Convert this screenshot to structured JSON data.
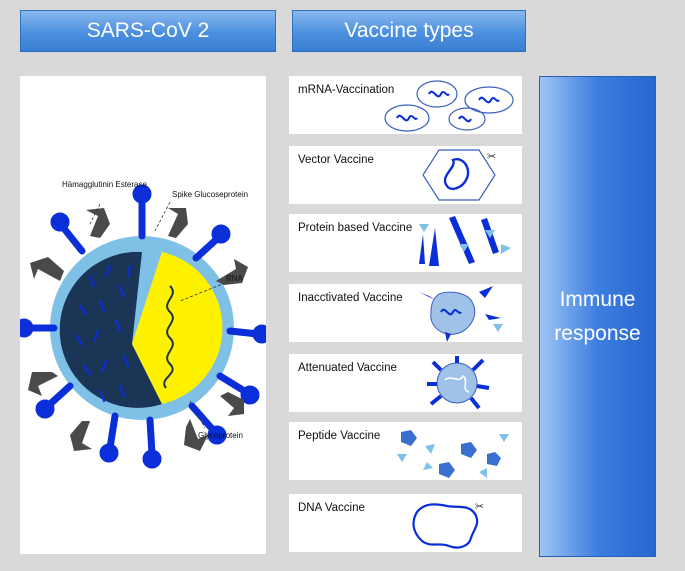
{
  "headers": {
    "left": "SARS-CoV 2",
    "right": "Vaccine types"
  },
  "virus": {
    "labels": {
      "hemagglutinin": "Hämagglutinin Esterase",
      "spike": "Spike Glucoseprotein",
      "rna": "RNA",
      "glycoprotein": "Glycoprotein"
    }
  },
  "vaccines": [
    {
      "label": "mRNA-Vaccination"
    },
    {
      "label": "Vector Vaccine"
    },
    {
      "label": "Protein based Vaccine"
    },
    {
      "label": "Inacctivated Vaccine"
    },
    {
      "label": "Attenuated Vaccine"
    },
    {
      "label": "Peptide Vaccine"
    },
    {
      "label": "DNA Vaccine"
    }
  ],
  "immune_response": "Immune response",
  "colors": {
    "header_blue": "#4b8fdf",
    "virus_dark": "#1b3556",
    "virus_yellow": "#fff200",
    "spike_blue": "#0a2fd9",
    "light_blue": "#7fc0e6",
    "gray": "#4a4a4a"
  }
}
